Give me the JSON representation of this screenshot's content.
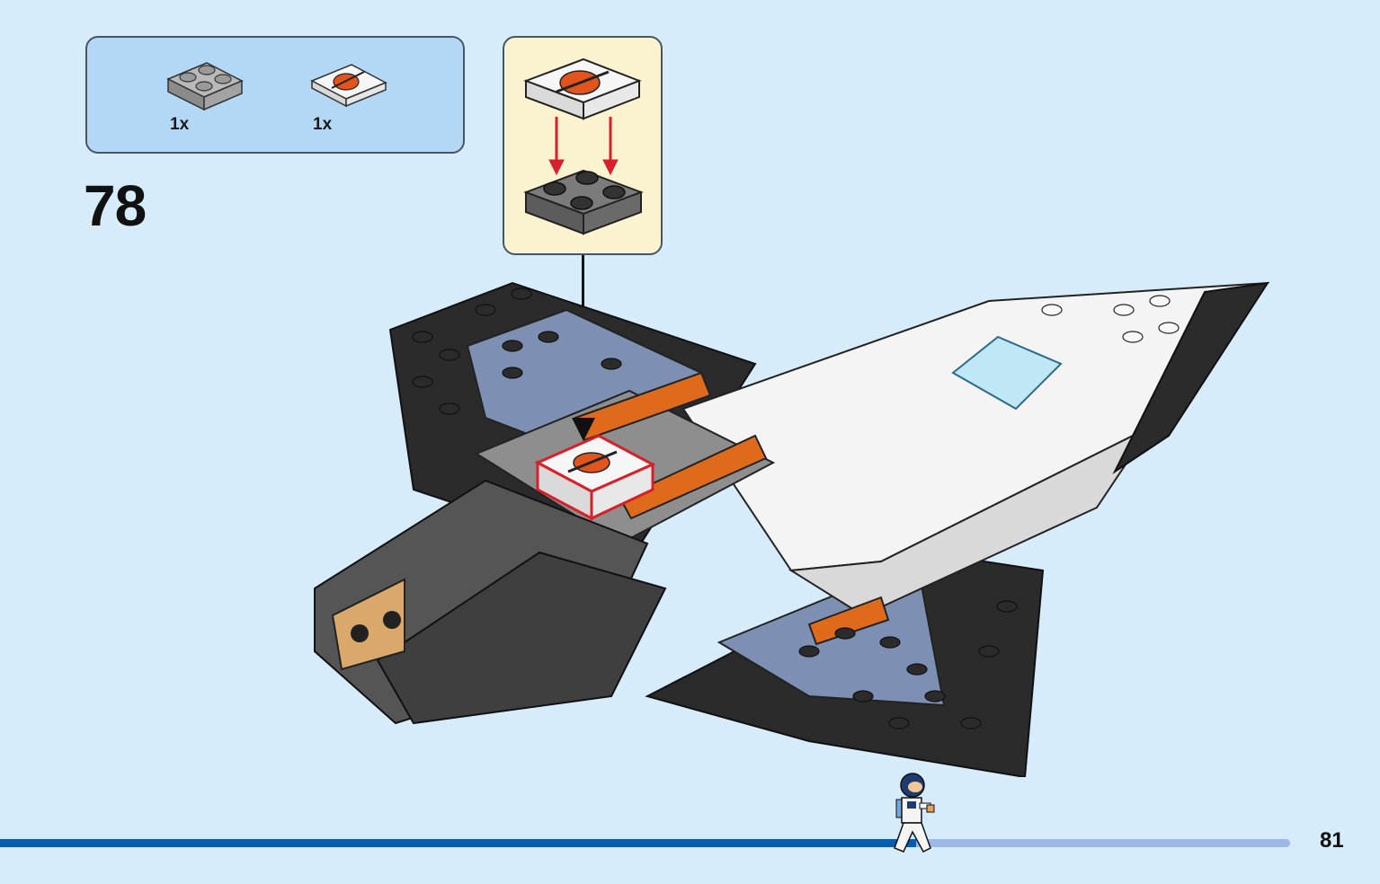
{
  "parts_list": {
    "items": [
      {
        "name": "dark-gray-plate-2x2",
        "quantity": "1x",
        "color": "#9a9a9a"
      },
      {
        "name": "white-printed-tile-2x2",
        "quantity": "1x",
        "color": "#f2f2f2"
      }
    ]
  },
  "step": {
    "number": "78"
  },
  "page": {
    "number": "81"
  },
  "progress": {
    "fraction": 0.71,
    "fill_color": "#0a5cad",
    "track_color": "#9db8e4"
  },
  "colors": {
    "background": "#d6ecfb",
    "parts_box": "#b3d8f5",
    "callout_box": "#fbf3cf",
    "highlight": "#d8202a",
    "orange": "#e06a1b",
    "wing_blue": "#7d8fb2",
    "black_plate": "#2b2b2b"
  },
  "icons": {
    "callout_arrow": "red-down-arrow-icon",
    "assembly_arrow": "black-down-arrow-icon",
    "progress_marker": "astronaut-minifig-icon"
  }
}
